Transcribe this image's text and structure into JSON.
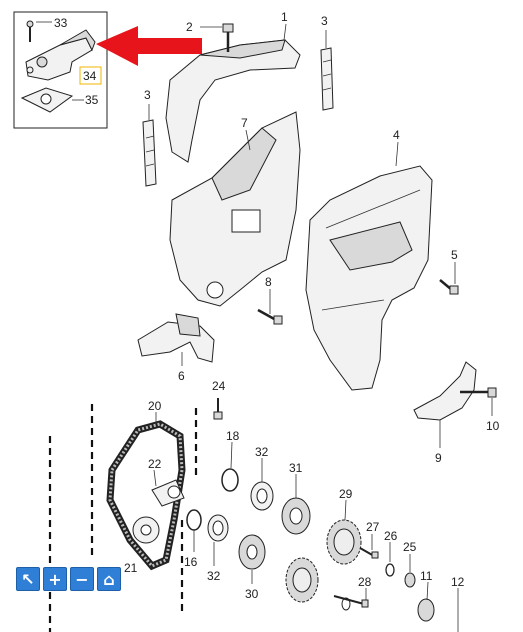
{
  "callouts": {
    "c1": "1",
    "c2": "2",
    "c3a": "3",
    "c3b": "3",
    "c4": "4",
    "c5": "5",
    "c6": "6",
    "c7": "7",
    "c8": "8",
    "c9": "9",
    "c10": "10",
    "c11": "11",
    "c12": "12",
    "c16": "16",
    "c18": "18",
    "c20": "20",
    "c21": "21",
    "c22": "22",
    "c24": "24",
    "c25": "25",
    "c26": "26",
    "c27": "27",
    "c28": "28",
    "c29": "29",
    "c30": "30",
    "c31": "31",
    "c32a": "32",
    "c32b": "32",
    "c33": "33",
    "c34": "34",
    "c35": "35"
  },
  "toolbar": {
    "cursor_icon": "pointer-icon",
    "zoom_in_icon": "plus-icon",
    "zoom_out_icon": "minus-icon",
    "home_icon": "home-icon",
    "zoom_in_glyph": "+",
    "zoom_out_glyph": "−",
    "home_glyph": "⌂",
    "cursor_glyph": "↖"
  },
  "colors": {
    "arrow": "#e8141b",
    "highlight_box": "#f0b400",
    "toolbar": "#2f7fd6"
  }
}
